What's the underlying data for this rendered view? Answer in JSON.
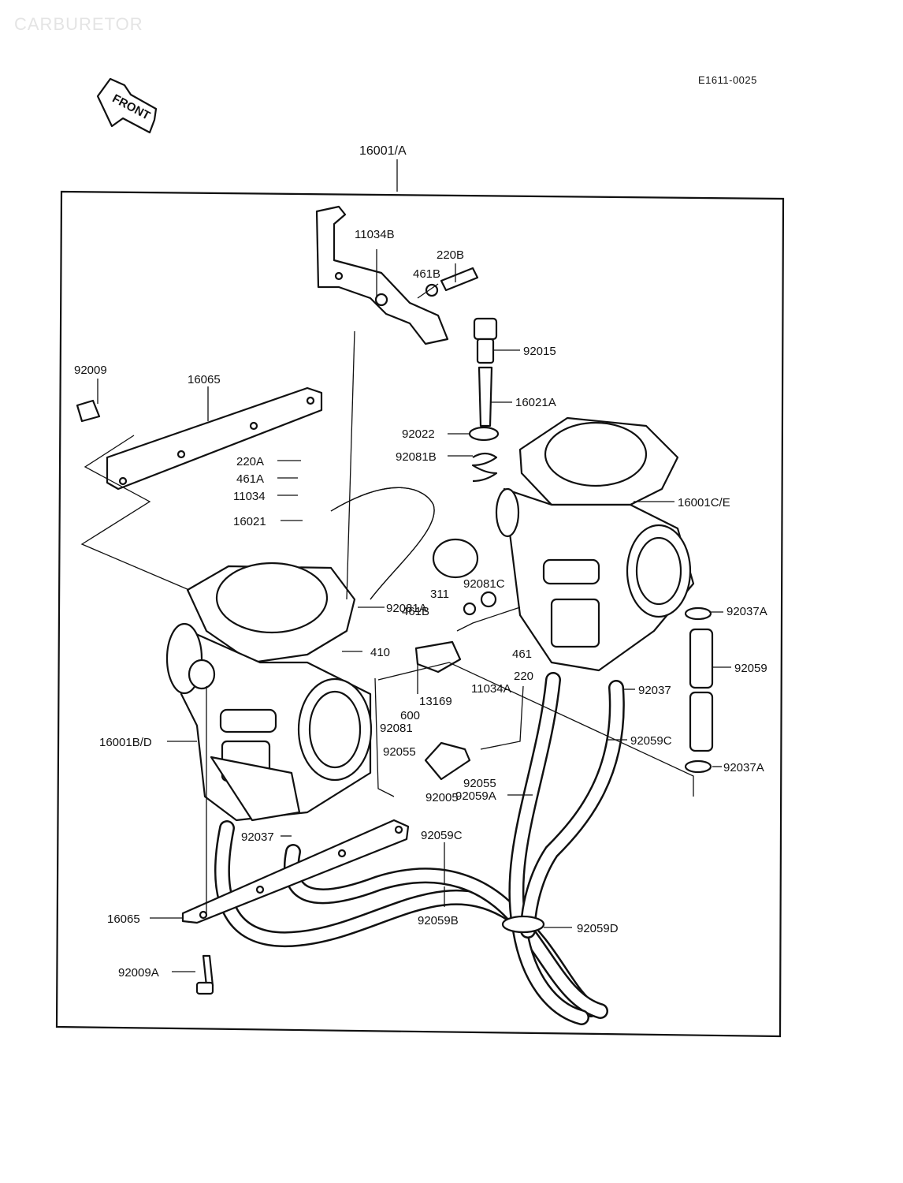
{
  "header": {
    "watermark": "CARBURETOR",
    "diagram_code": "E1611-0025",
    "front_arrow_label": "FRONT",
    "assembly_label": "16001/A"
  },
  "callouts": [
    "11034B",
    "220B",
    "461B",
    "92015",
    "92009",
    "16065",
    "16021A",
    "92022",
    "92081B",
    "220A",
    "461A",
    "11034",
    "16001C/E",
    "16021",
    "92081C",
    "311",
    "461B",
    "92037A",
    "92081A",
    "410",
    "461",
    "92059",
    "220",
    "16001B/D",
    "600",
    "13169",
    "11034A",
    "92037",
    "92081",
    "92059C",
    "92055",
    "92055",
    "92005",
    "92037A",
    "92059A",
    "92037",
    "92059C",
    "16065",
    "92059B",
    "92059D",
    "92009A"
  ]
}
